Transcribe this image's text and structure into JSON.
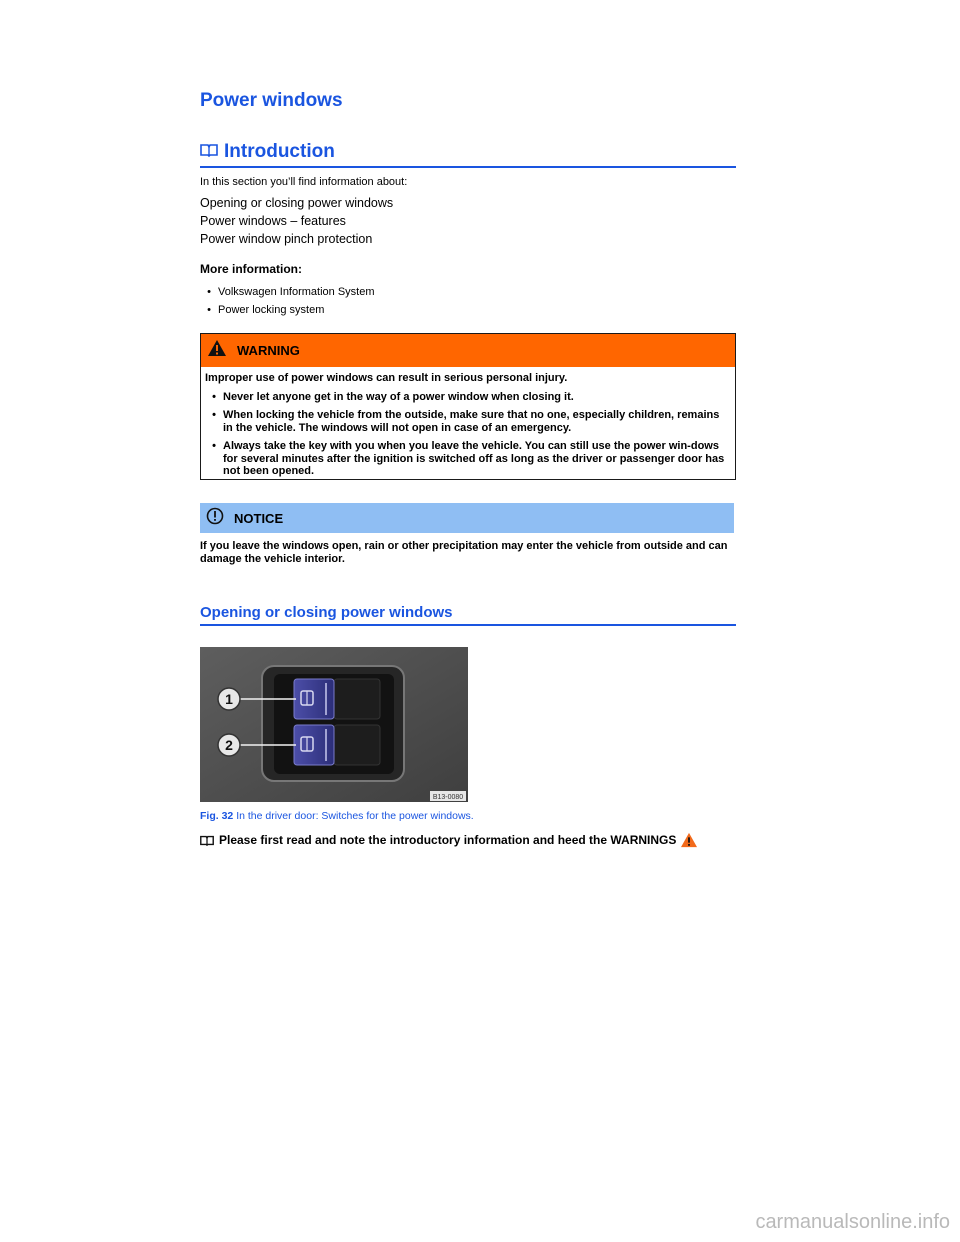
{
  "title": "Power windows",
  "intro": {
    "heading": "Introduction",
    "lead": "In this section you’ll find information about:",
    "toc": [
      "Opening or closing power windows",
      "Power windows – features",
      "Power window pinch protection"
    ],
    "more_heading": "More information:",
    "more_items": [
      "Volkswagen Information System",
      "Power locking system"
    ]
  },
  "warning": {
    "label": "WARNING",
    "text": "Improper use of power windows can result in serious personal injury.",
    "items": [
      "Never let anyone get in the way of a power window when closing it.",
      "When locking the vehicle from the outside, make sure that no one, especially children, remains in the vehicle. The windows will not open in case of an emergency.",
      "Always take the key with you when you leave the vehicle. You can still use the power win-dows for several minutes after the ignition is switched off as long as the driver or passenger door has not been opened."
    ],
    "color": "#ff6600"
  },
  "notice": {
    "label": "NOTICE",
    "text": "If you leave the windows open, rain or other precipitation may enter the vehicle from outside and can damage the vehicle interior.",
    "color": "#8fbef3"
  },
  "section": {
    "heading": "Opening or closing power windows",
    "figure": {
      "callouts": [
        "1",
        "2"
      ],
      "code": "B13-0080",
      "caption_num": "Fig. 32",
      "caption_text": "In the driver door: Switches for the power windows."
    },
    "note": "Please first read and note the introductory information and heed the WARNINGS"
  },
  "watermark": "carmanualsonline.info",
  "icons": {
    "book": "book-icon",
    "warning": "warning-triangle-icon",
    "notice": "exclamation-circle-icon"
  },
  "accent": "#1a55e0"
}
